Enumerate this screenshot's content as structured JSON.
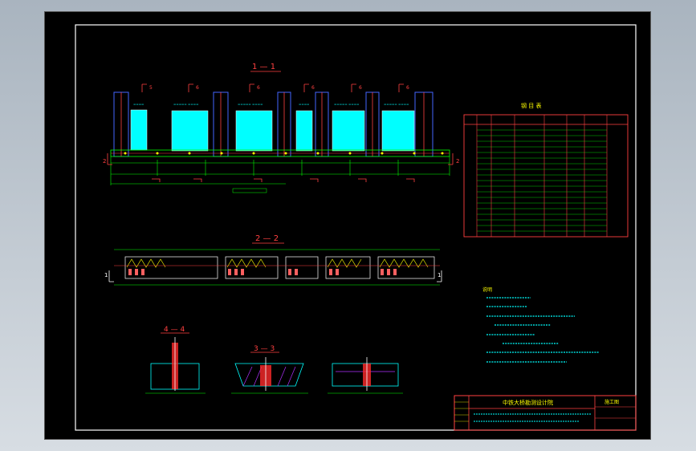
{
  "section_labels": {
    "s1": "1 — 1",
    "s2": "2 — 2",
    "s3": "3 — 3",
    "s4": "4 — 4"
  },
  "section_marks": {
    "num1": "1",
    "num2": "2",
    "num5": "5",
    "num6": "6"
  },
  "table": {
    "title": "钢 目 表"
  },
  "notes": {
    "heading": "说明"
  },
  "title_block": {
    "institute": "中铁大桥勘测设计院",
    "stage": "施工图"
  },
  "colors": {
    "background": "#000000",
    "frame": "#ffffff",
    "rebar_red": "#ff2a2a",
    "concrete_cyan": "#00ffff",
    "dim_green": "#00ff00",
    "table_yellow": "#ffff00",
    "steel_blue": "#4466ff",
    "hatch_purple": "#b030ff"
  }
}
